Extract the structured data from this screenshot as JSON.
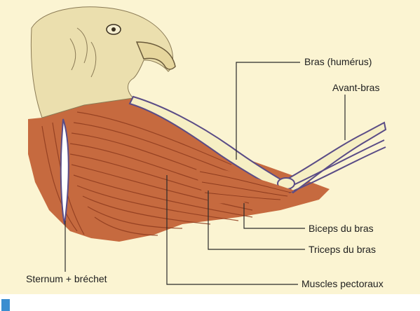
{
  "labels": {
    "humerus": "Bras (humérus)",
    "forearm": "Avant-bras",
    "biceps": "Biceps du bras",
    "triceps": "Triceps du bras",
    "pectoral": "Muscles pectoraux",
    "sternum": "Sternum + bréchet"
  },
  "colors": {
    "paper": "#fbf4d2",
    "head": "#ebdfae",
    "muscle": "#c66a3f",
    "muscle_stripe": "#8e3b1e",
    "bone": "#f6efc4",
    "bone_outline": "#5a4c86",
    "leader_line": "#2a2a2a"
  }
}
